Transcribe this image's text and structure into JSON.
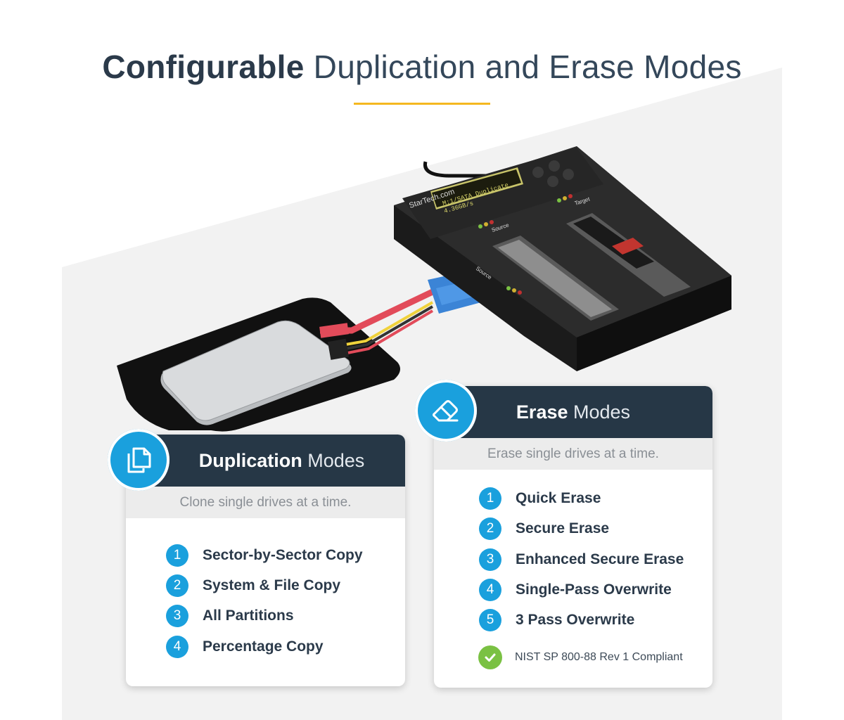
{
  "title": {
    "strong": "Configurable",
    "light": "Duplication and Erase Modes"
  },
  "colors": {
    "accent_blue": "#1aa0dd",
    "header_navy": "#263746",
    "title_rule": "#f5b820",
    "check_green": "#7ac143"
  },
  "device": {
    "brand": "StarTech.com",
    "label_source": "Source",
    "label_target": "Target"
  },
  "duplication": {
    "icon": "copy-pages-icon",
    "header_strong": "Duplication",
    "header_light": "Modes",
    "subtitle": "Clone single drives at a time.",
    "items": [
      {
        "num": "1",
        "label": "Sector-by-Sector Copy"
      },
      {
        "num": "2",
        "label": "System & File Copy"
      },
      {
        "num": "3",
        "label": "All Partitions"
      },
      {
        "num": "4",
        "label": "Percentage Copy"
      }
    ]
  },
  "erase": {
    "icon": "eraser-icon",
    "header_strong": "Erase",
    "header_light": "Modes",
    "subtitle": "Erase single drives at a time.",
    "items": [
      {
        "num": "1",
        "label": "Quick Erase"
      },
      {
        "num": "2",
        "label": "Secure Erase"
      },
      {
        "num": "3",
        "label": "Enhanced Secure Erase"
      },
      {
        "num": "4",
        "label": "Single-Pass Overwrite"
      },
      {
        "num": "5",
        "label": "3 Pass Overwrite"
      }
    ],
    "compliance_icon": "check-circle-icon",
    "compliance": "NIST SP 800-88 Rev 1 Compliant"
  }
}
